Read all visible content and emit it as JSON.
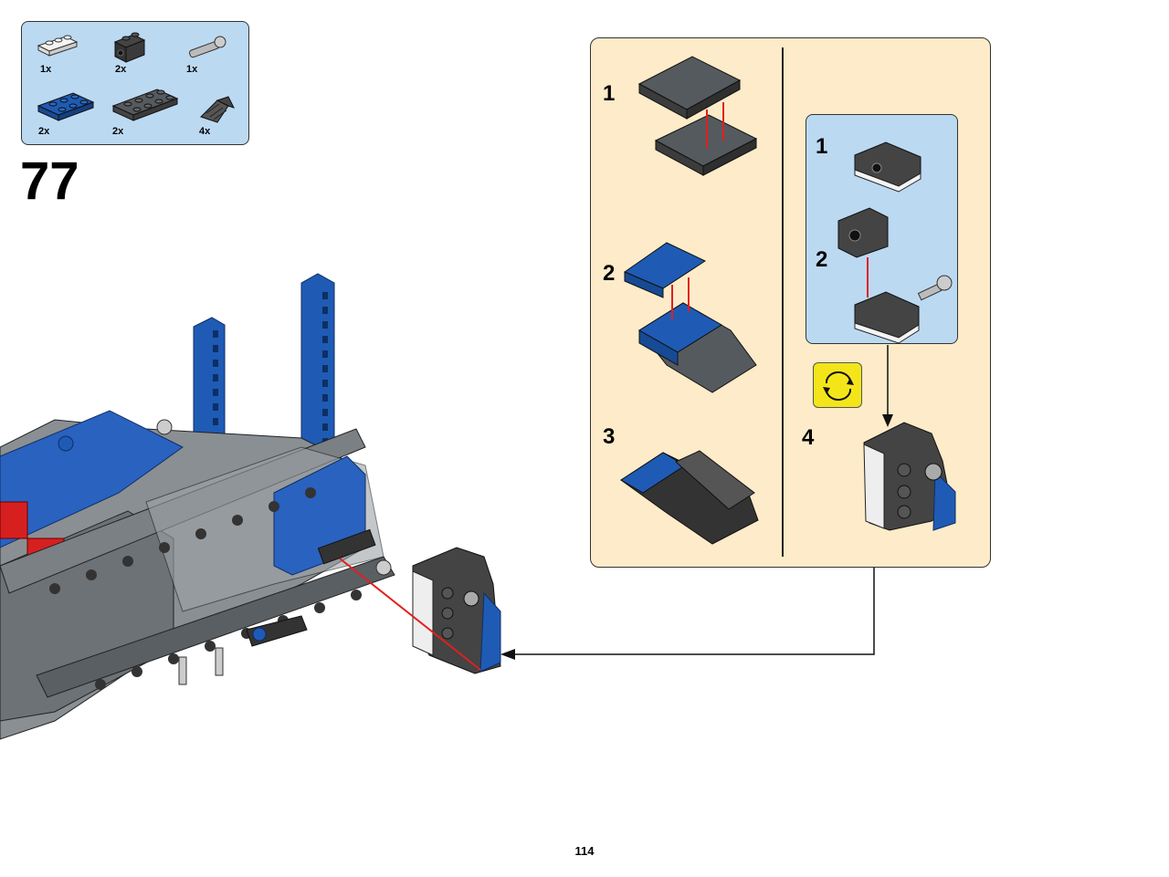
{
  "parts_list": {
    "items": [
      {
        "quantity": "1x",
        "icon": "white-technic-plate-1x3-icon"
      },
      {
        "quantity": "2x",
        "icon": "black-technic-brick-1x2-icon"
      },
      {
        "quantity": "1x",
        "icon": "gray-axle-pin-icon"
      },
      {
        "quantity": "2x",
        "icon": "blue-plate-2x3-icon"
      },
      {
        "quantity": "2x",
        "icon": "dark-gray-plate-2x4-icon"
      },
      {
        "quantity": "4x",
        "icon": "dark-gray-slope-grille-icon"
      }
    ]
  },
  "step": {
    "number": "77"
  },
  "subassembly": {
    "steps": [
      "1",
      "2",
      "3",
      "4"
    ],
    "inner_steps": [
      "1",
      "2"
    ],
    "rotate_icon": "rotate-model-icon"
  },
  "colors": {
    "panel_bg": "#fdebc9",
    "parts_bg": "#bcd9f2",
    "lego_blue": "#1f5bb4",
    "dark_gray": "#555a5e",
    "arrow_red": "#e02020",
    "rotate_yellow": "#f4e51a"
  },
  "page": {
    "number": "114"
  }
}
